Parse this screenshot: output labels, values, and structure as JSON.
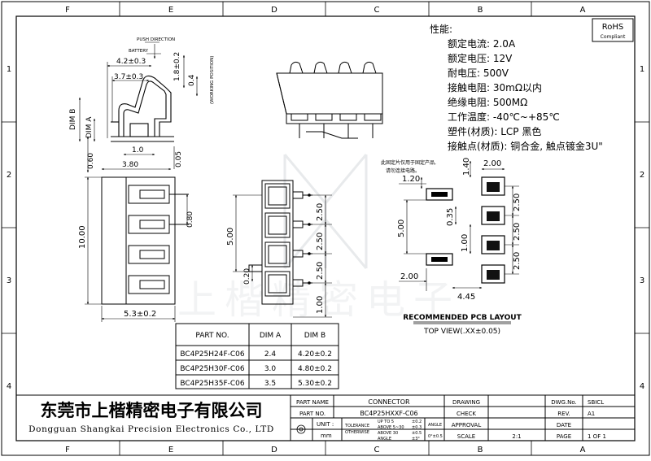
{
  "border": {
    "columns": [
      "F",
      "E",
      "D",
      "C",
      "B",
      "A"
    ],
    "rows": [
      "1",
      "2",
      "3",
      "4"
    ]
  },
  "rohs": {
    "title": "RoHS",
    "subtitle": "Compliant"
  },
  "specs": {
    "heading": "性能:",
    "lines": [
      "额定电流: 2.0A",
      "额定电压: 12V",
      "耐电压: 500V",
      "接触电阻: 30mΩ以内",
      "绝缘电阻: 500MΩ",
      "工作温度: -40℃~+85℃",
      "塑件(材质): LCP 黑色",
      "接触点(材质): 铜合金, 触点镀金3U\""
    ]
  },
  "side_view": {
    "push_direction": "PUSH DIRECTION",
    "battery": "BATTERY",
    "working_position": "(WORKING POSITION)",
    "dims": {
      "d_4_2": "4.2±0.3",
      "d_3_7": "3.7±0.3",
      "d_1_8": "1.8±0.2",
      "d_0_4": "0.4",
      "dim_b": "DIM B",
      "dim_a": "DIM A",
      "d_1_0": "1.0",
      "d_0_60": "0.60",
      "d_3_80": "3.80",
      "d_0_05": "0.05"
    }
  },
  "bottom_view": {
    "d_10_00": "10.00",
    "d_0_80": "0.80",
    "d_5_3": "5.3±0.2"
  },
  "front_view": {
    "d_5_00": "5.00",
    "d_0_20": "0.20",
    "d_2_50_a": "2.50",
    "d_2_50_b": "2.50",
    "d_2_50_c": "2.50",
    "d_1_00": "1.00"
  },
  "pcb_layout": {
    "note_line1": "此固定片仅用于固定产品,",
    "note_line2": "请勿连接电路。",
    "d_1_20": "1.20",
    "d_1_40": "1.40",
    "d_2_00_top": "2.00",
    "d_5_00": "5.00",
    "d_0_35": "0.35",
    "d_1_00": "1.00",
    "d_2_50_a": "2.50",
    "d_2_50_b": "2.50",
    "d_2_50_c": "2.50",
    "d_2_00_bottom": "2.00",
    "d_4_45": "4.45",
    "caption": "RECOMMENDED PCB LAYOUT",
    "subcaption": "TOP VIEW(.XX±0.05)"
  },
  "watermark": "上楷精密电子",
  "part_table": {
    "headers": [
      "PART NO.",
      "DIM A",
      "DIM B"
    ],
    "rows": [
      [
        "BC4P25H24F-C06",
        "2.4",
        "4.20±0.2"
      ],
      [
        "BC4P25H30F-C06",
        "3.0",
        "4.80±0.2"
      ],
      [
        "BC4P25H35F-C06",
        "3.5",
        "5.30±0.2"
      ]
    ]
  },
  "title_block": {
    "company_cn": "东莞市上楷精密电子有限公司",
    "company_en": "Dongguan Shangkai Precision Electronics Co., LTD",
    "part_name_label": "PART NAME",
    "part_name_value": "CONNECTOR",
    "part_no_label": "PART NO.",
    "part_no_value": "BC4P25HXXF-C06",
    "unit_label": "UNIT :",
    "unit_value": "mm",
    "tolerance_label": "TOLERANCE",
    "otherwise_label": "OTHERWISE",
    "tol_rows": [
      [
        "UP TO 5",
        "±0.2"
      ],
      [
        "ABOVE 5~30",
        "±0.3"
      ],
      [
        "ABOVE 30",
        "±0.5"
      ],
      [
        "ANGLE",
        "±3°"
      ]
    ],
    "angle_label": "ANGLE",
    "angle_value": "0°±0.5",
    "drawing_label": "DRAWING",
    "check_label": "CHECK",
    "approval_label": "APPROVAL",
    "scale_label": "SCALE",
    "scale_value": "2:1",
    "dwg_no_label": "DWG.No.",
    "dwg_no_value": "SBICL",
    "rev_label": "REV.",
    "rev_value": "A1",
    "date_label": "DATE",
    "date_value": "",
    "page_label": "PAGE",
    "page_value": "1 OF 1"
  }
}
